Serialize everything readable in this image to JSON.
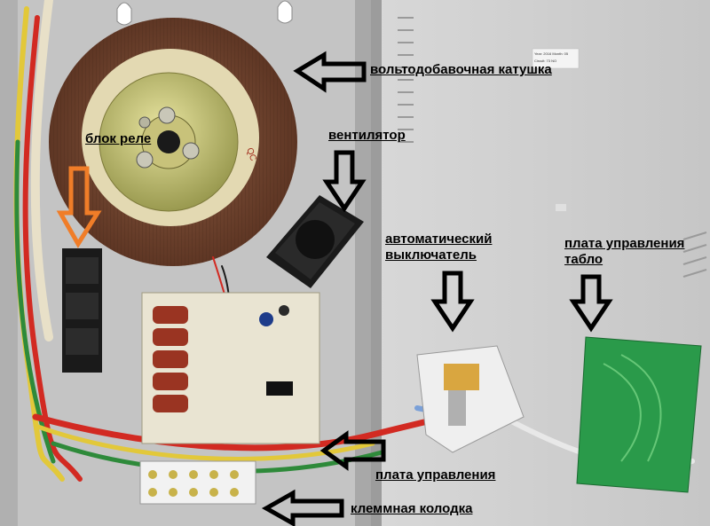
{
  "labels": {
    "boost_coil": "вольтодобавочная катушка",
    "relay_block": "блок реле",
    "fan": "вентилятор",
    "circuit_breaker": "автоматический\nвыключатель",
    "display_board": "плата управления\nтабло",
    "control_board": "плата управления",
    "terminal_block": "клеммная колодка"
  },
  "sticker_text": "Year: 2016  Month: 05  Circuit: 73  NO",
  "colors": {
    "enclosure": "#c9c9c9",
    "coil_copper": "#7a4a33",
    "arrow_black": "#000000",
    "arrow_orange": "#f07d28",
    "pcb_green": "#2a9a4a",
    "wire_red": "#d22a22",
    "wire_yellow": "#e2c83a",
    "wire_green": "#2e8a3a"
  }
}
